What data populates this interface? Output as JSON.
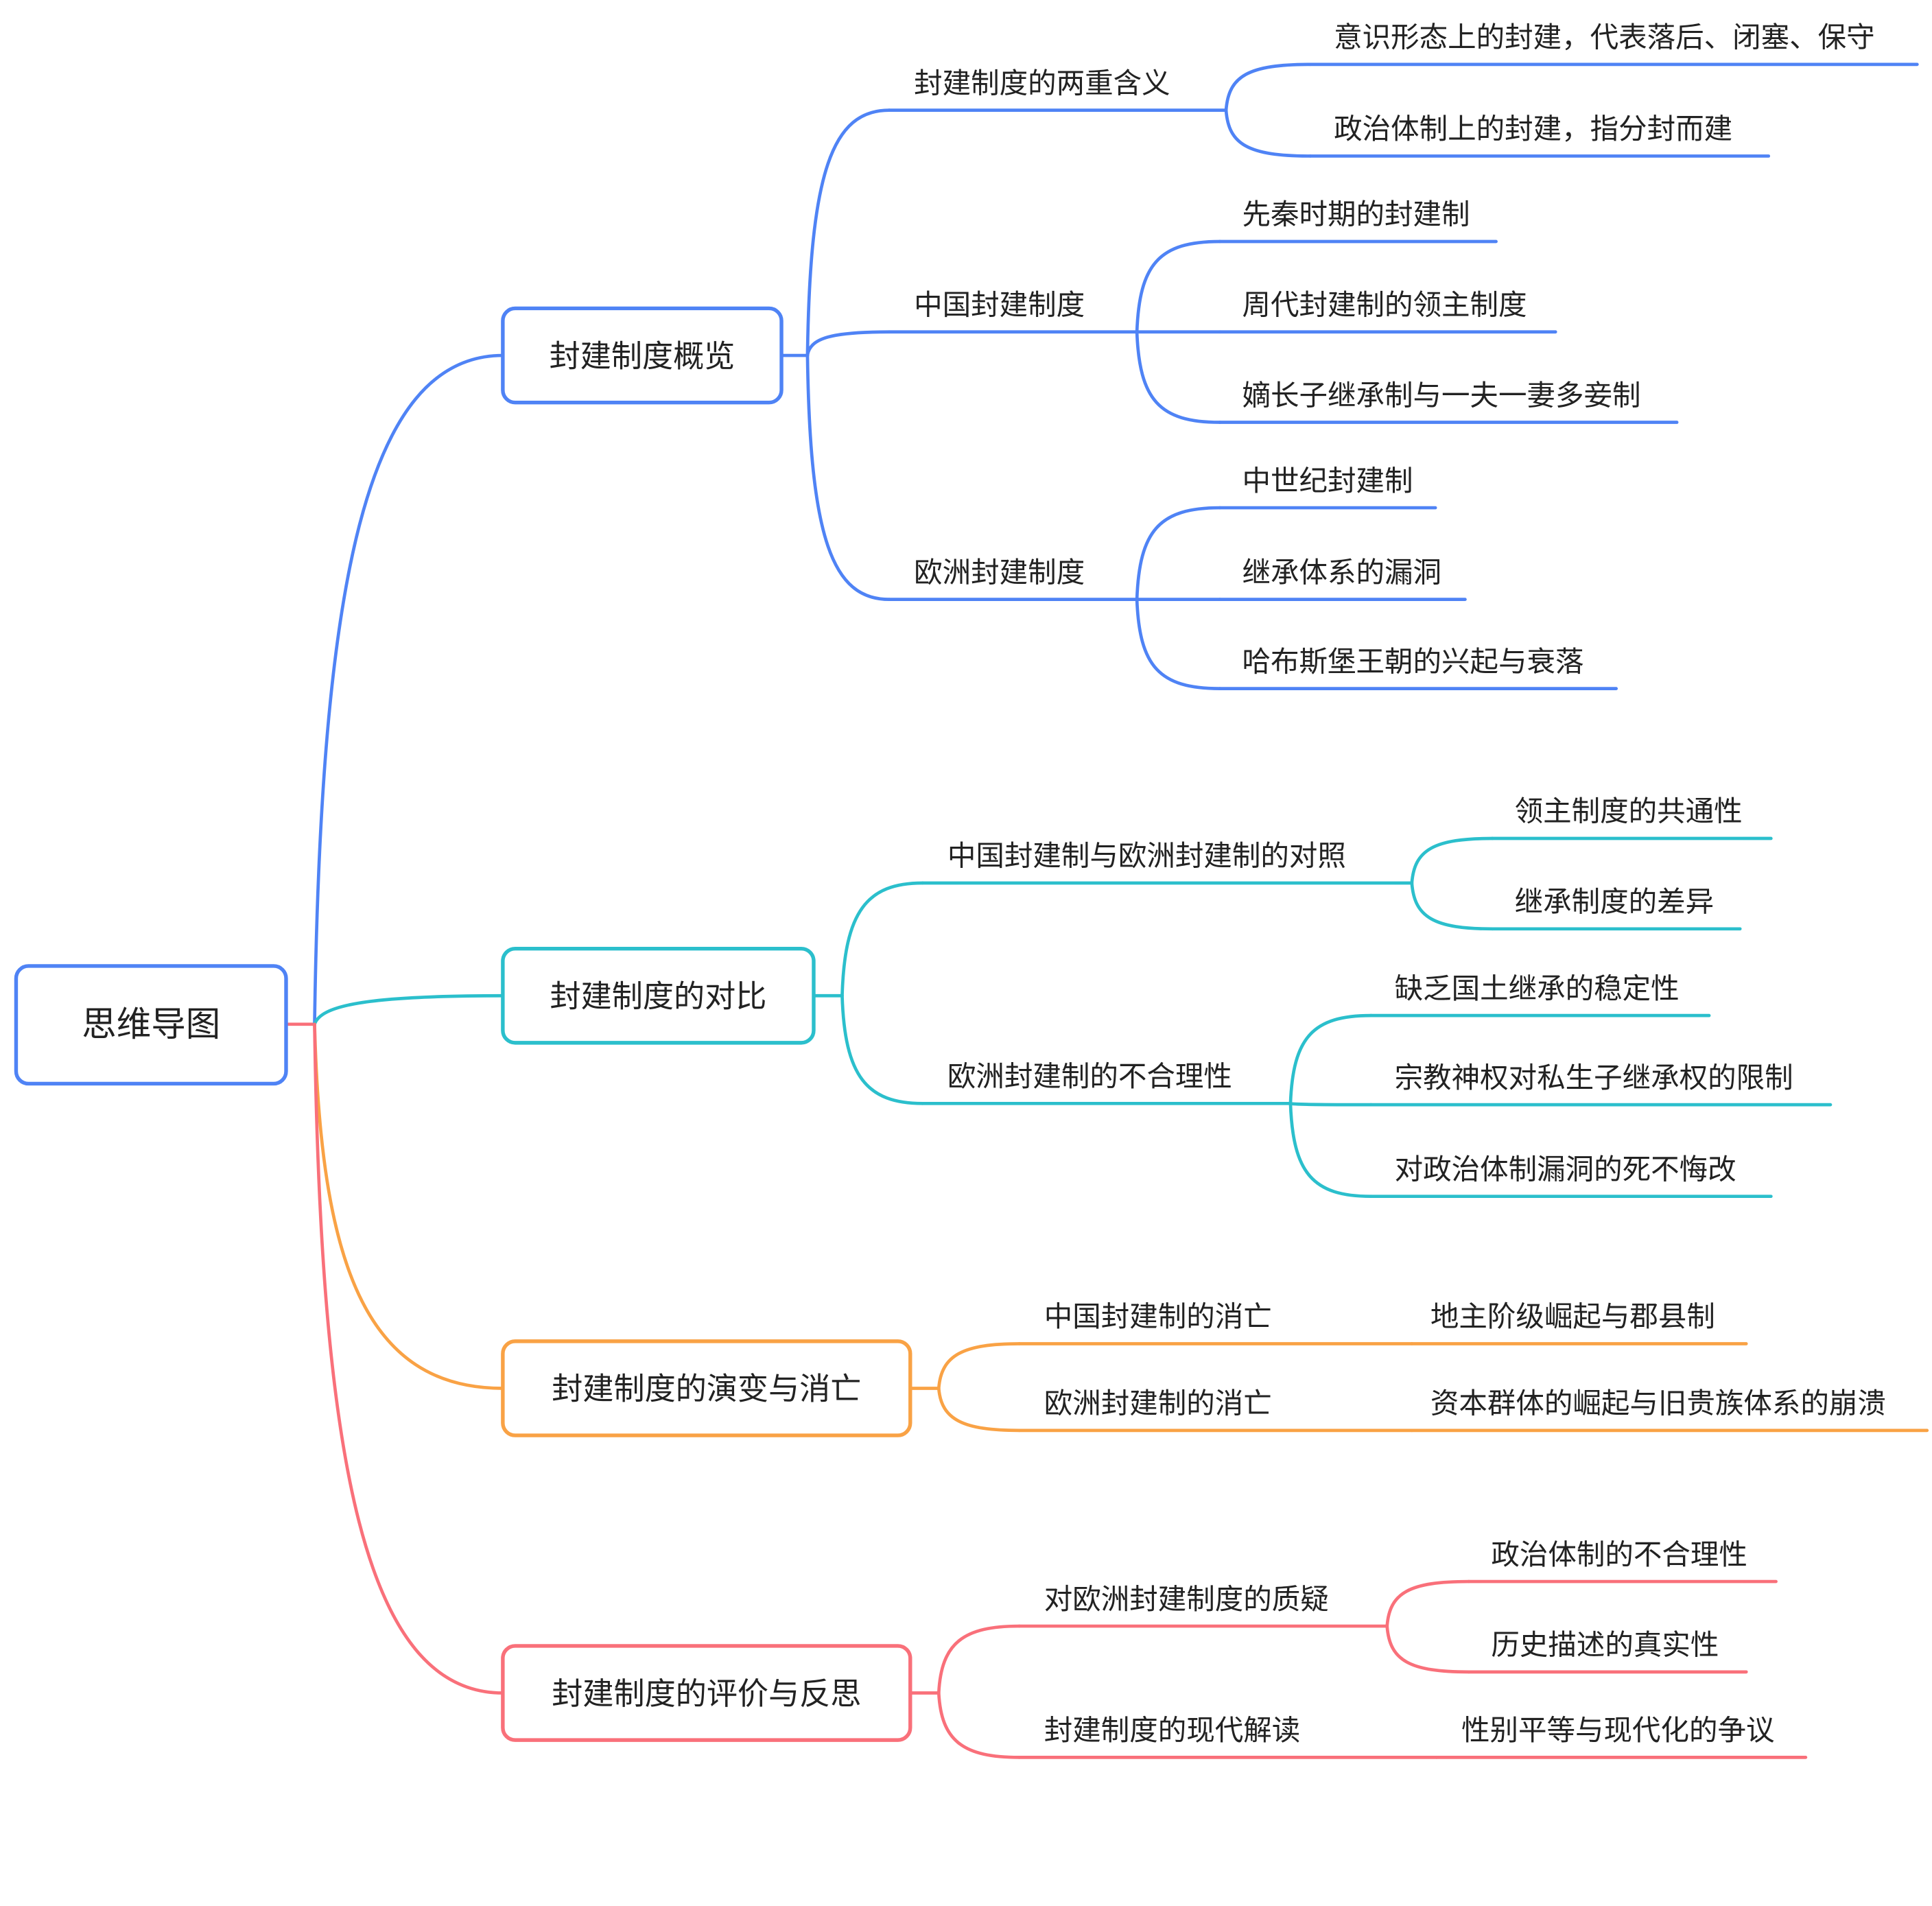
{
  "title": "思维导图",
  "colors": {
    "blue": "#4f83f5",
    "teal": "#2bbfcc",
    "orange": "#f9a245",
    "red": "#f9707a",
    "text": "#222222"
  },
  "root": {
    "label": "思维导图",
    "color": "blue"
  },
  "branches": [
    {
      "label": "封建制度概览",
      "color": "blue",
      "children": [
        {
          "label": "封建制度的两重含义",
          "children": [
            {
              "label": "意识形态上的封建，代表落后、闭塞、保守"
            },
            {
              "label": "政治体制上的封建，指分封而建"
            }
          ]
        },
        {
          "label": "中国封建制度",
          "children": [
            {
              "label": "先秦时期的封建制"
            },
            {
              "label": "周代封建制的领主制度"
            },
            {
              "label": "嫡长子继承制与一夫一妻多妾制"
            }
          ]
        },
        {
          "label": "欧洲封建制度",
          "children": [
            {
              "label": "中世纪封建制"
            },
            {
              "label": "继承体系的漏洞"
            },
            {
              "label": "哈布斯堡王朝的兴起与衰落"
            }
          ]
        }
      ]
    },
    {
      "label": "封建制度的对比",
      "color": "teal",
      "children": [
        {
          "label": "中国封建制与欧洲封建制的对照",
          "children": [
            {
              "label": "领主制度的共通性"
            },
            {
              "label": "继承制度的差异"
            }
          ]
        },
        {
          "label": "欧洲封建制的不合理性",
          "children": [
            {
              "label": "缺乏国土继承的稳定性"
            },
            {
              "label": "宗教神权对私生子继承权的限制"
            },
            {
              "label": "对政治体制漏洞的死不悔改"
            }
          ]
        }
      ]
    },
    {
      "label": "封建制度的演变与消亡",
      "color": "orange",
      "children": [
        {
          "label": "中国封建制的消亡",
          "children": [
            {
              "label": "地主阶级崛起与郡县制"
            }
          ]
        },
        {
          "label": "欧洲封建制的消亡",
          "children": [
            {
              "label": "资本群体的崛起与旧贵族体系的崩溃"
            }
          ]
        }
      ]
    },
    {
      "label": "封建制度的评价与反思",
      "color": "red",
      "children": [
        {
          "label": "对欧洲封建制度的质疑",
          "children": [
            {
              "label": "政治体制的不合理性"
            },
            {
              "label": "历史描述的真实性"
            }
          ]
        },
        {
          "label": "封建制度的现代解读",
          "children": [
            {
              "label": "性别平等与现代化的争议"
            }
          ]
        }
      ]
    }
  ]
}
